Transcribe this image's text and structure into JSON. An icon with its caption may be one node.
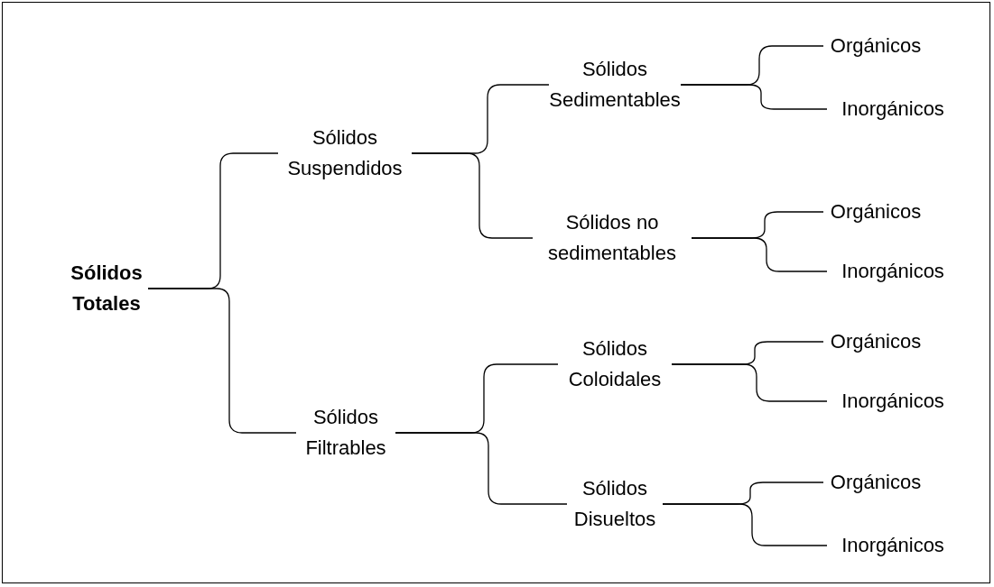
{
  "diagram": {
    "nodes": [
      {
        "text": [
          "Sólidos Totales"
        ]
      },
      {
        "text": [
          "Sólidos Suspendidos"
        ]
      },
      {
        "text": [
          "Sólidos Sedimentables"
        ]
      },
      {
        "text": [
          "Orgánicos"
        ]
      },
      {
        "text": [
          "Inorgánicos"
        ]
      },
      {
        "text": [
          "Sólidos no sedimentables"
        ]
      },
      {
        "text": [
          "Orgánicos"
        ]
      },
      {
        "text": [
          "Inorgánicos"
        ]
      },
      {
        "text": [
          "Sólidos Filtrables"
        ]
      },
      {
        "text": [
          "Sólidos Coloidales"
        ]
      },
      {
        "text": [
          "Orgánicos"
        ]
      },
      {
        "text": [
          "Inorgánicos"
        ]
      },
      {
        "text": [
          "Sólidos Disueltos"
        ]
      },
      {
        "text": [
          "Orgánicos"
        ]
      },
      {
        "text": [
          "Inorgánicos"
        ]
      }
    ],
    "edges": [
      {
        "from": 0,
        "to": 1,
        "arrow": "none"
      },
      {
        "from": 0,
        "to": 8,
        "arrow": "none"
      },
      {
        "from": 1,
        "to": 2,
        "arrow": "none"
      },
      {
        "from": 1,
        "to": 5,
        "arrow": "none"
      },
      {
        "from": 2,
        "to": 3,
        "arrow": "none"
      },
      {
        "from": 2,
        "to": 4,
        "arrow": "none"
      },
      {
        "from": 5,
        "to": 6,
        "arrow": "none"
      },
      {
        "from": 5,
        "to": 7,
        "arrow": "none"
      },
      {
        "from": 8,
        "to": 9,
        "arrow": "none"
      },
      {
        "from": 8,
        "to": 12,
        "arrow": "none"
      },
      {
        "from": 9,
        "to": 10,
        "arrow": "none"
      },
      {
        "from": 9,
        "to": 11,
        "arrow": "none"
      },
      {
        "from": 12,
        "to": 13,
        "arrow": "none"
      },
      {
        "from": 12,
        "to": 14,
        "arrow": "none"
      }
    ]
  }
}
